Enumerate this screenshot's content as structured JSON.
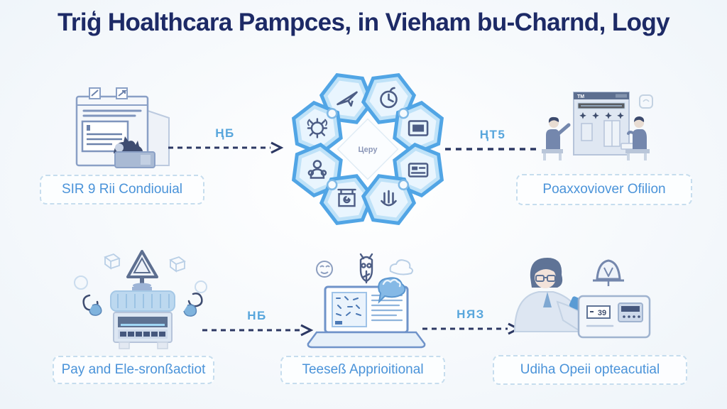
{
  "title": "Triģ Hoalthcara Pampces, in Vieham bu-Charnd, Logy",
  "colors": {
    "title_navy": "#1d2a66",
    "label_blue": "#4a93d9",
    "arrow_navy": "#2c3863",
    "arrow_label_blue": "#58a6dc",
    "hex_border_blue": "#51a5e5",
    "hex_fill_light": "#e9f5fe",
    "illustration_slate": "#4d5d85"
  },
  "top_flow": {
    "source_label": "SIR 9 Rii Condiouial",
    "arrow_in_label": "ҢБ",
    "arrow_out_label": "ҢТ5",
    "target_label": "Poaxxoviover Ofilion",
    "board_header": "TM",
    "hub_center_label": "Церу",
    "hub_icons": [
      "paper-plane",
      "clock",
      "virus",
      "monitor",
      "money-person",
      "id-card",
      "flag-board",
      "hand"
    ]
  },
  "bottom_flow": {
    "step1_label": "Pay and Ele-sronßactiot",
    "arrow1_label": "НБ",
    "step2_label": "Teeseß Apprioitional",
    "arrow2_label": "НЯЗ",
    "step3_label": "Udiha Opeii opteacutial",
    "device_display": "39"
  }
}
